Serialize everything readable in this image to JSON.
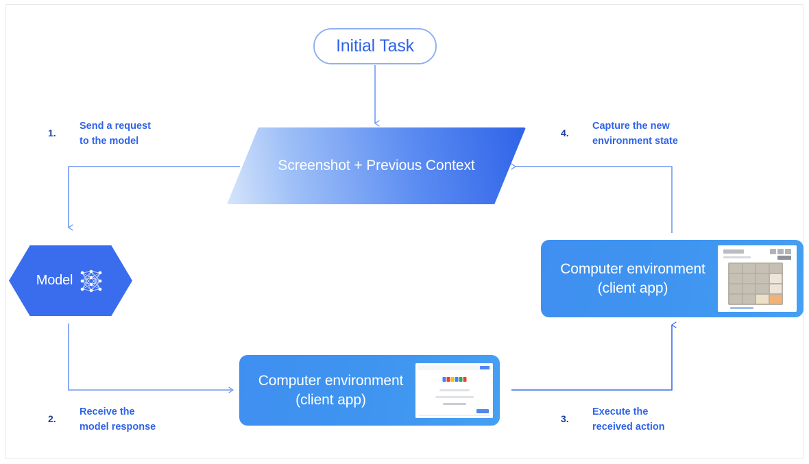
{
  "diagram": {
    "title_node": {
      "label": "Initial Task"
    },
    "context_node": {
      "label": "Screenshot + Previous\nContext"
    },
    "model_node": {
      "label": "Model",
      "icon": "neural-network-icon"
    },
    "env_bottom": {
      "label": "Computer environment\n(client app)",
      "thumbnail": "google-signin-screenshot"
    },
    "env_right": {
      "label": "Computer environment\n(client app)",
      "thumbnail": "2048-game-screenshot"
    },
    "steps": [
      {
        "num": "1.",
        "text": "Send a request\nto the model"
      },
      {
        "num": "2.",
        "text": "Receive the\nmodel response"
      },
      {
        "num": "3.",
        "text": "Execute the\nreceived action"
      },
      {
        "num": "4.",
        "text": "Capture the new\nenvironment state"
      }
    ],
    "colors": {
      "accent_blue": "#2f63e8",
      "hex_blue": "#3a6ded",
      "card_blue": "#3f95f0",
      "wire_blue": "#6e97f2",
      "pill_border": "#8fb0f4",
      "gradient_light": "#d6e5fb",
      "gradient_dark": "#2f63e8"
    }
  }
}
